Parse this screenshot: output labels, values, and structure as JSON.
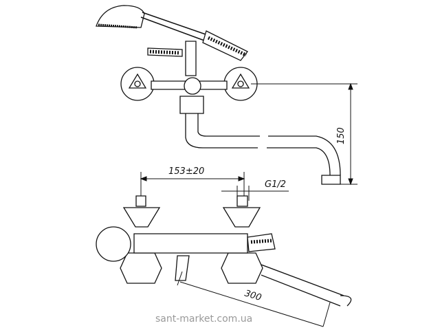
{
  "drawing": {
    "dimensions": {
      "width_spacing": "153±20",
      "thread": "G1/2",
      "height": "150",
      "spout_length": "300"
    },
    "watermark": "sant-market.com.ua"
  }
}
